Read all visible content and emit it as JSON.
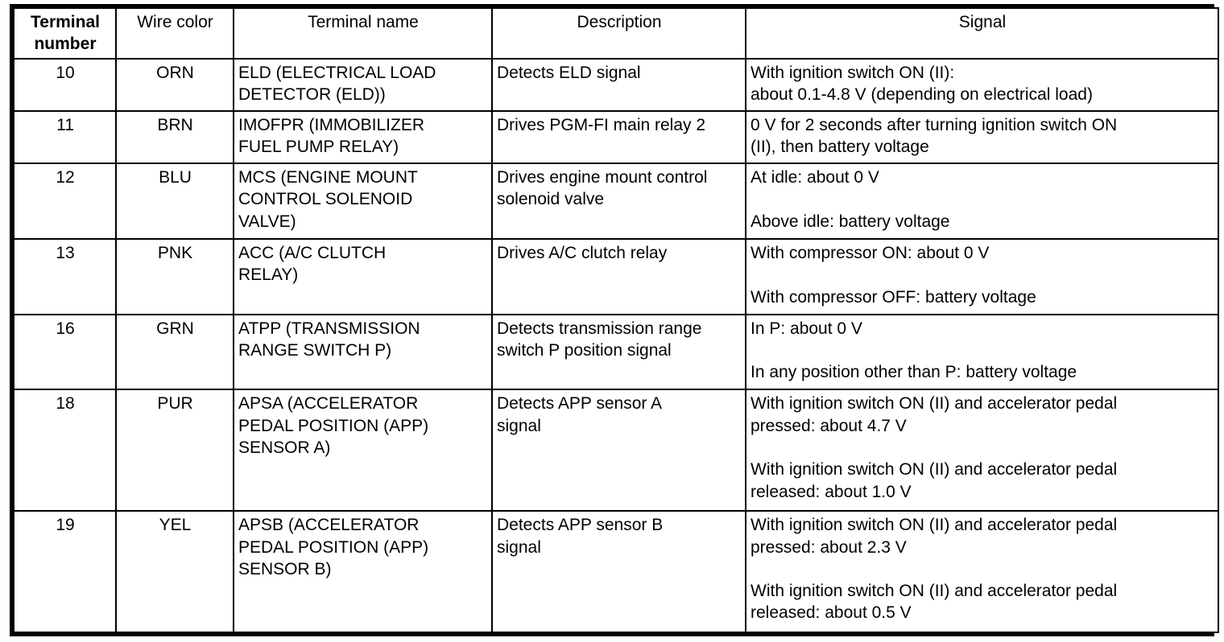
{
  "table": {
    "name": "ecm-pcm-connector-terminal-table",
    "columns": [
      {
        "key": "terminal_number",
        "label_lines": [
          "Terminal",
          "number"
        ],
        "bold": true
      },
      {
        "key": "wire_color",
        "label_lines": [
          "Wire color"
        ],
        "bold": false
      },
      {
        "key": "terminal_name",
        "label_lines": [
          "Terminal name"
        ],
        "bold": false
      },
      {
        "key": "description",
        "label_lines": [
          "Description"
        ],
        "bold": false
      },
      {
        "key": "signal",
        "label_lines": [
          "Signal"
        ],
        "bold": false
      }
    ],
    "rows": [
      {
        "terminal_number": "10",
        "wire_color": "ORN",
        "terminal_name": [
          "ELD (ELECTRICAL LOAD",
          "DETECTOR (ELD))"
        ],
        "description": [
          "Detects ELD signal"
        ],
        "signal": [
          "With ignition switch ON (II):",
          "about 0.1-4.8 V (depending on electrical load)"
        ]
      },
      {
        "terminal_number": "11",
        "wire_color": "BRN",
        "terminal_name": [
          "IMOFPR (IMMOBILIZER",
          "FUEL PUMP RELAY)"
        ],
        "description": [
          "Drives PGM-FI main relay 2"
        ],
        "signal": [
          "0 V for 2 seconds after turning ignition switch ON",
          "(II), then battery voltage"
        ]
      },
      {
        "terminal_number": "12",
        "wire_color": "BLU",
        "terminal_name": [
          "MCS (ENGINE MOUNT",
          "CONTROL SOLENOID",
          "VALVE)"
        ],
        "description": [
          "Drives engine mount control",
          "solenoid valve"
        ],
        "signal": [
          "At idle: about 0 V",
          "",
          "Above idle: battery voltage"
        ]
      },
      {
        "terminal_number": "13",
        "wire_color": "PNK",
        "terminal_name": [
          "ACC (A/C CLUTCH",
          "RELAY)"
        ],
        "description": [
          "Drives A/C clutch relay"
        ],
        "signal": [
          "With compressor ON: about 0 V",
          "",
          "With compressor OFF: battery voltage"
        ]
      },
      {
        "terminal_number": "16",
        "wire_color": "GRN",
        "terminal_name": [
          "ATPP (TRANSMISSION",
          "RANGE SWITCH P)"
        ],
        "description": [
          "Detects transmission range",
          "switch P position signal"
        ],
        "signal": [
          "In P: about 0 V",
          "",
          "In any position other than P: battery voltage"
        ]
      },
      {
        "terminal_number": "18",
        "wire_color": "PUR",
        "terminal_name": [
          "APSA (ACCELERATOR",
          "PEDAL POSITION (APP)",
          "SENSOR A)"
        ],
        "description": [
          "Detects APP sensor A",
          "signal"
        ],
        "signal": [
          "With ignition switch ON (II) and accelerator pedal",
          "pressed: about 4.7 V",
          "",
          "With ignition switch ON (II) and accelerator pedal",
          "released: about 1.0 V"
        ]
      },
      {
        "terminal_number": "19",
        "wire_color": "YEL",
        "terminal_name": [
          "APSB (ACCELERATOR",
          "PEDAL POSITION (APP)",
          "SENSOR B)"
        ],
        "description": [
          "Detects APP sensor B",
          "signal"
        ],
        "signal": [
          "With ignition switch ON (II) and accelerator pedal",
          "pressed: about 2.3 V",
          "",
          "With ignition switch ON (II) and accelerator pedal",
          "released: about 0.5 V"
        ]
      }
    ]
  },
  "style": {
    "text_color": "#000000",
    "background_color": "#ffffff",
    "border_color": "#000000"
  }
}
